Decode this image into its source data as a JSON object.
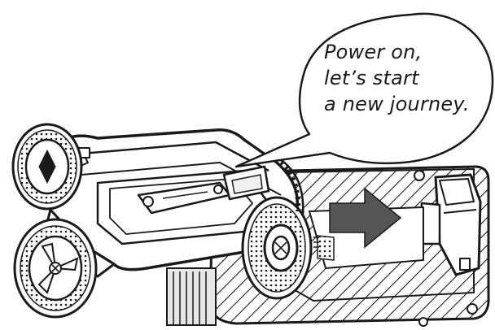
{
  "speech_bubble": {
    "lines": [
      "Power on,",
      "let’s start",
      "a new journey."
    ]
  },
  "illustration": {
    "subject": "robot-lawn-mower",
    "action": "drive-off-charging-station",
    "arrow_direction": "right",
    "colors": {
      "line": "#1a1a1a",
      "fill": "#ffffff",
      "arrow": "#555555",
      "shadow_grey": "#cfcfcf"
    }
  }
}
